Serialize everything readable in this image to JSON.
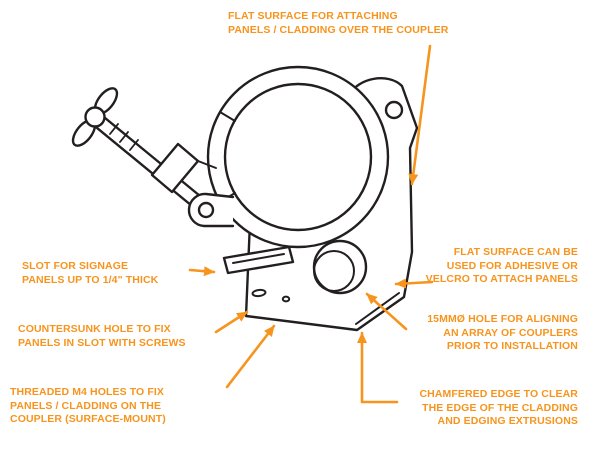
{
  "colors": {
    "accent": "#F7941D",
    "line": "#231F20",
    "background": "#FFFFFF"
  },
  "annotations": {
    "flat_surface_top": {
      "lines": [
        "FLAT SURFACE FOR ATTACHING",
        "PANELS / CLADDING OVER THE COUPLER"
      ]
    },
    "slot_signage": {
      "lines": [
        "SLOT FOR SIGNAGE",
        "PANELS UP TO 1/4\" THICK"
      ]
    },
    "countersunk_hole": {
      "lines": [
        "COUNTERSUNK HOLE TO FIX",
        "PANELS IN SLOT WITH SCREWS"
      ]
    },
    "threaded_m4": {
      "lines": [
        "THREADED M4 HOLES TO FIX",
        "PANELS / CLADDING ON THE",
        "COUPLER (SURFACE-MOUNT)"
      ]
    },
    "flat_surface_right": {
      "lines": [
        "FLAT SURFACE CAN BE",
        "USED FOR ADHESIVE OR",
        "VELCRO TO ATTACH PANELS"
      ]
    },
    "hole_15mm": {
      "lines": [
        "15MMØ HOLE FOR ALIGNING",
        "AN ARRAY OF COUPLERS",
        "PRIOR TO INSTALLATION"
      ]
    },
    "chamfered_edge": {
      "lines": [
        "CHAMFERED EDGE TO CLEAR",
        "THE EDGE OF THE CLADDING",
        "AND EDGING EXTRUSIONS"
      ]
    }
  }
}
